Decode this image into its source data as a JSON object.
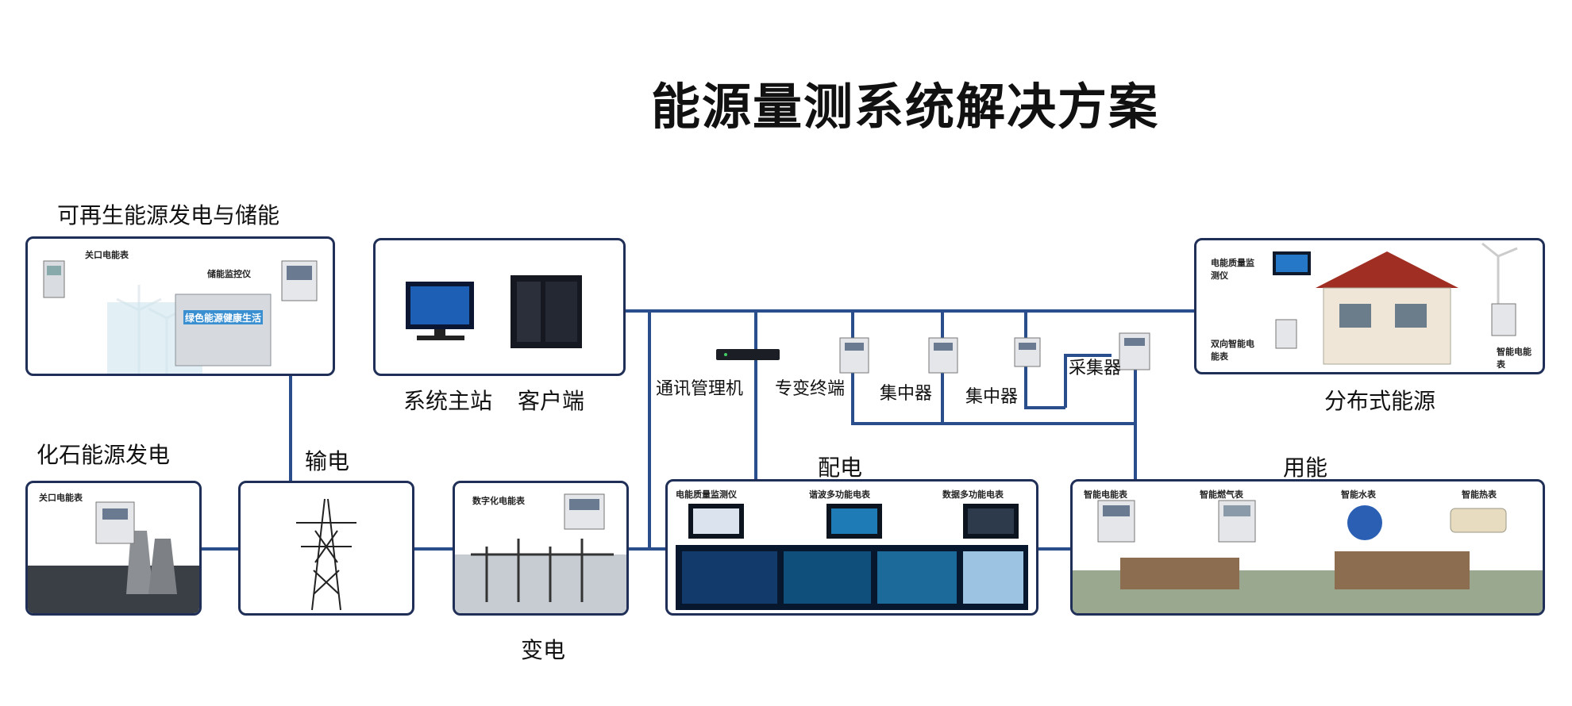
{
  "title": "能源量测系统解决方案",
  "sections": {
    "renewable": "可再生能源发电与储能",
    "fossil": "化石能源发电",
    "transmission": "输电",
    "substation": "变电",
    "distribution": "配电",
    "consumption": "用能",
    "distributed": "分布式能源"
  },
  "master": {
    "system_station": "系统主站",
    "client": "客户端"
  },
  "devices": {
    "comm_manager": "通讯管理机",
    "dedicated_terminal": "专变终端",
    "concentrator_1": "集中器",
    "concentrator_2": "集中器",
    "collector": "采集器"
  },
  "panel_captions": {
    "renewable_gateway_meter": "关口电能表",
    "renewable_storage_monitor": "储能监控仪",
    "renewable_container_text": "绿色能源健康生活",
    "fossil_gateway_meter": "关口电能表",
    "substation_digital_meter": "数字化电能表",
    "dist_power_quality": "电能质量监测仪",
    "dist_harmonic_meter": "谐波多功能电表",
    "dist_digital_meter": "数据多功能电表",
    "use_smart_meter": "智能电能表",
    "use_gas_meter": "智能燃气表",
    "use_water_meter": "智能水表",
    "use_heat_meter": "智能热表",
    "distributed_pq_monitor": "电能质量监测仪",
    "distributed_bidirectional": "双向智能电能表",
    "distributed_smart_meter": "智能电能表"
  },
  "colors": {
    "line": "#2a4e8c",
    "panel_border": "#1f2f57"
  }
}
